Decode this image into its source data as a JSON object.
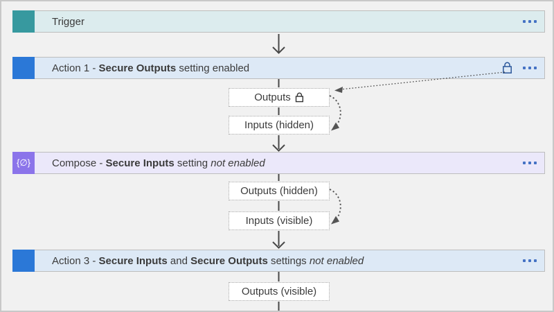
{
  "colors": {
    "page_bg": "#f1f1f1",
    "page_border": "#c8c8c8",
    "bar_border": "#bdbdbd",
    "box_border": "#a3a3a3",
    "text": "#3b3b3b",
    "teal": "#37999f",
    "teal_bg": "#dcecee",
    "blue": "#2b78d7",
    "blue_bg": "#dde9f6",
    "purple": "#8b74ea",
    "purple_bg": "#ebe8fa",
    "dots": "#4472c4",
    "lock": "#2b579a",
    "line": "#484848",
    "callout": "#555555"
  },
  "trigger": {
    "title": "Trigger"
  },
  "action1": {
    "prefix": "Action 1 - ",
    "bold": "Secure Outputs",
    "suffix": " setting enabled",
    "outputs_label": "Outputs",
    "inputs_label": "Inputs (hidden)"
  },
  "compose": {
    "icon_glyph": "{∅}",
    "prefix": "Compose - ",
    "bold": "Secure Inputs",
    "mid": " setting ",
    "italic": "not enabled",
    "outputs_label": "Outputs (hidden)",
    "inputs_label": "Inputs (visible)"
  },
  "action3": {
    "prefix": "Action 3 - ",
    "bold1": "Secure Inputs",
    "mid": " and ",
    "bold2": "Secure Outputs",
    "mid2": " settings ",
    "italic": "not enabled",
    "outputs_label": "Outputs (visible)"
  }
}
